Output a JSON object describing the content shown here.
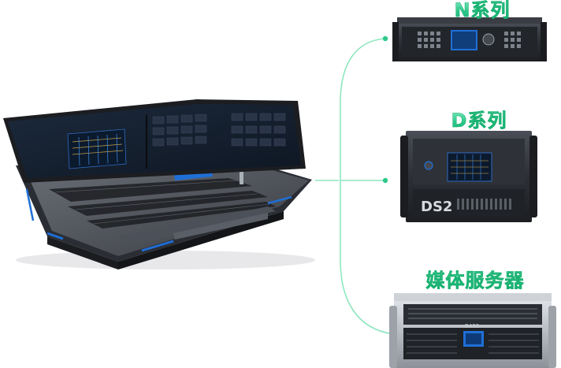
{
  "labels": {
    "n_series": "N系列",
    "d_series": "D系列",
    "media_server": "媒体服务器"
  },
  "device_text": {
    "d_panel_model": "DS2",
    "media_badge": "B432"
  },
  "colors": {
    "accent_green": "#2ec98a",
    "connector_line": "#8fe6bf",
    "device_dark": "#2a2d33",
    "screen_blue": "#1f6fd6"
  },
  "icons": {
    "console": "video-switcher-console",
    "n_unit": "rack-processor-n",
    "d_unit": "rack-processor-d",
    "media_unit": "media-server-chassis"
  }
}
